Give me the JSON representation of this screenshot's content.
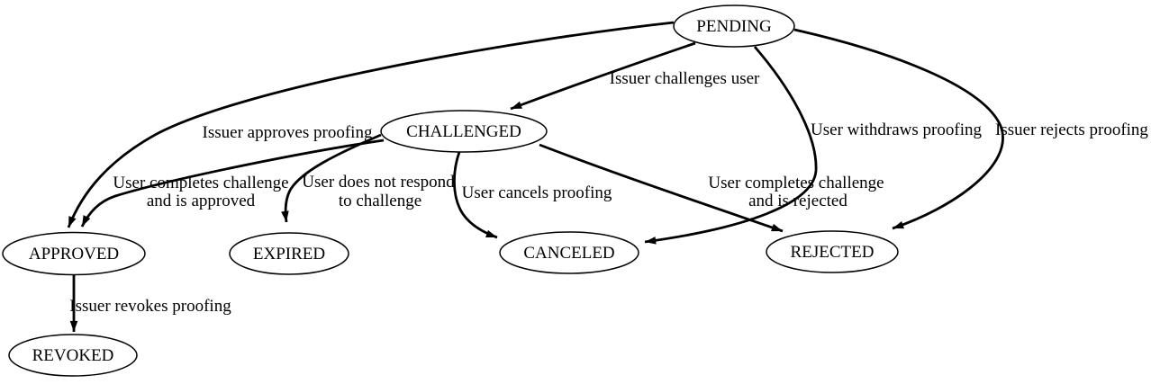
{
  "diagram": {
    "kind": "state-machine-graph",
    "colors": {
      "background": "#ffffff",
      "line": "#000000",
      "text": "#000000",
      "node_fill": "#ffffff"
    },
    "nodes": {
      "pending": {
        "label": "PENDING"
      },
      "challenged": {
        "label": "CHALLENGED"
      },
      "approved": {
        "label": "APPROVED"
      },
      "expired": {
        "label": "EXPIRED"
      },
      "canceled": {
        "label": "CANCELED"
      },
      "rejected": {
        "label": "REJECTED"
      },
      "revoked": {
        "label": "REVOKED"
      }
    },
    "edges": {
      "pending_challenged": {
        "from": "PENDING",
        "to": "CHALLENGED",
        "label": "Issuer challenges user"
      },
      "pending_approved": {
        "from": "PENDING",
        "to": "APPROVED",
        "label": "Issuer approves proofing"
      },
      "pending_canceled": {
        "from": "PENDING",
        "to": "CANCELED",
        "label": "User withdraws proofing"
      },
      "pending_rejected": {
        "from": "PENDING",
        "to": "REJECTED",
        "label": "Issuer rejects proofing"
      },
      "challenged_approved": {
        "from": "CHALLENGED",
        "to": "APPROVED",
        "label_line1": "User completes challenge",
        "label_line2": "and is approved"
      },
      "challenged_expired": {
        "from": "CHALLENGED",
        "to": "EXPIRED",
        "label_line1": "User does not respond",
        "label_line2": "to challenge"
      },
      "challenged_canceled": {
        "from": "CHALLENGED",
        "to": "CANCELED",
        "label": "User cancels proofing"
      },
      "challenged_rejected": {
        "from": "CHALLENGED",
        "to": "REJECTED",
        "label_line1": "User completes challenge",
        "label_line2": "and is rejected"
      },
      "approved_revoked": {
        "from": "APPROVED",
        "to": "REVOKED",
        "label": "Issuer revokes proofing"
      }
    }
  }
}
